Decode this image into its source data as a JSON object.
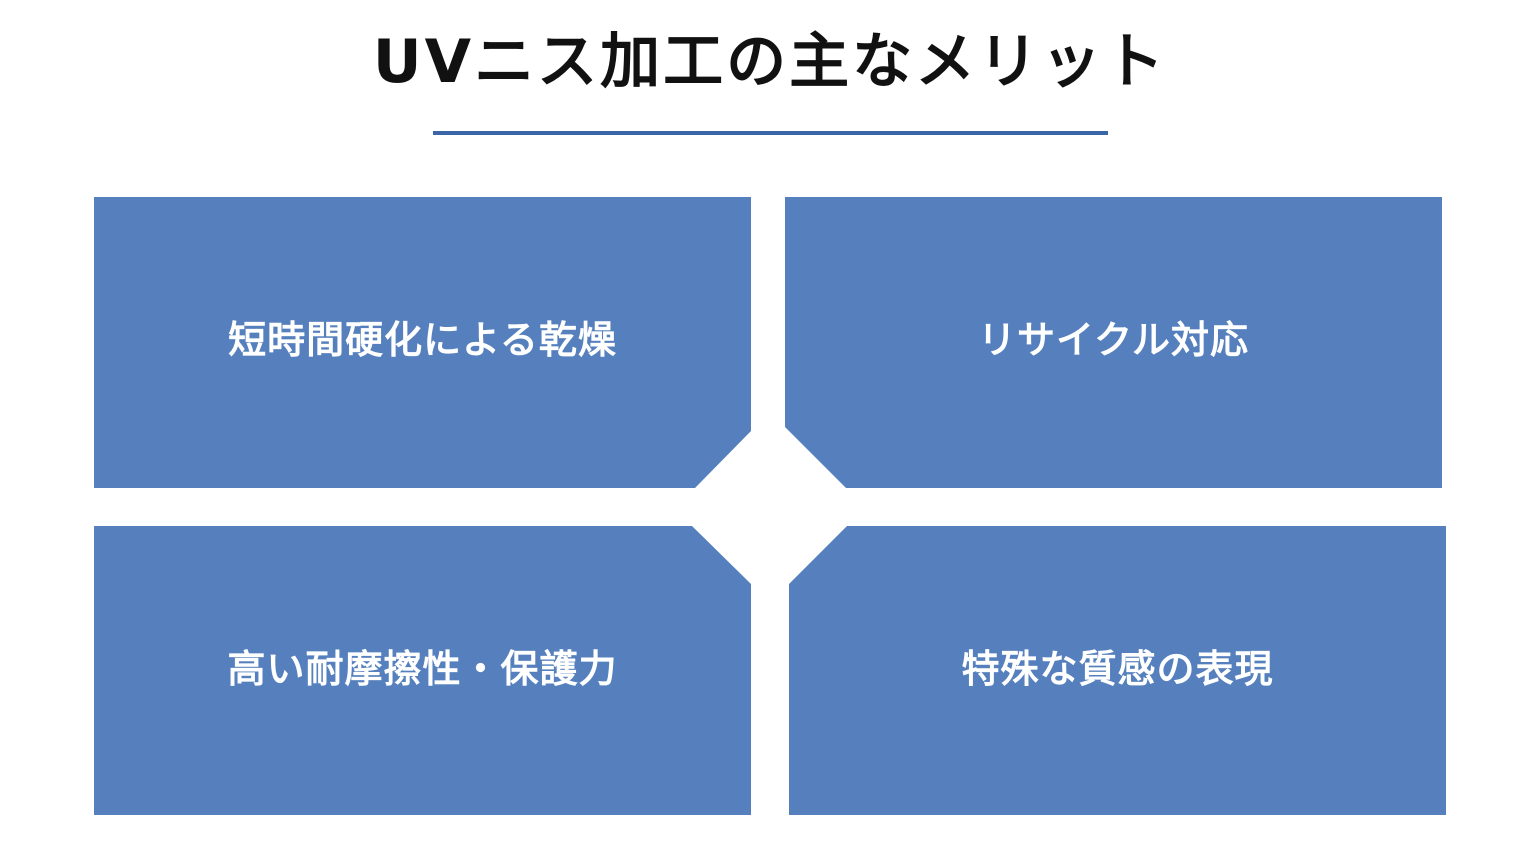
{
  "title": "UVニス加工の主なメリット",
  "colors": {
    "tile_fill": "#5580bd",
    "rule": "#3a66a8",
    "title_text": "#111111",
    "tile_text": "#ffffff"
  },
  "tiles": [
    {
      "label": "短時間硬化による乾燥"
    },
    {
      "label": "リサイクル対応"
    },
    {
      "label": "高い耐摩擦性・保護力"
    },
    {
      "label": "特殊な質感の表現"
    }
  ]
}
